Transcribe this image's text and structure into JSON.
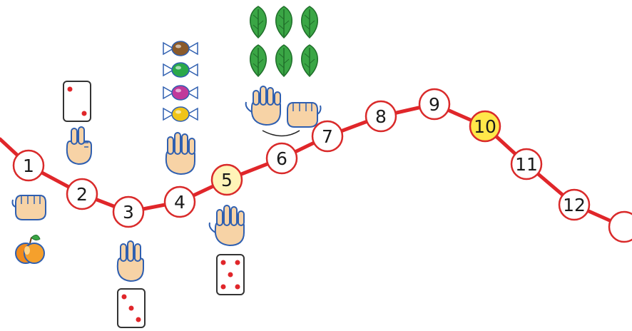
{
  "number_line": {
    "line_color": "#e0262a",
    "circle_border_color": "#d92a2a",
    "highlight_light": "#fff4b8",
    "highlight_yellow": "#ffe84a",
    "numbers": [
      {
        "label": "1",
        "highlight": "none"
      },
      {
        "label": "2",
        "highlight": "none"
      },
      {
        "label": "3",
        "highlight": "none"
      },
      {
        "label": "4",
        "highlight": "none"
      },
      {
        "label": "5",
        "highlight": "light"
      },
      {
        "label": "6",
        "highlight": "none"
      },
      {
        "label": "7",
        "highlight": "none"
      },
      {
        "label": "8",
        "highlight": "none"
      },
      {
        "label": "9",
        "highlight": "none"
      },
      {
        "label": "10",
        "highlight": "yellow"
      },
      {
        "label": "11",
        "highlight": "none"
      },
      {
        "label": "12",
        "highlight": "none"
      },
      {
        "label": "",
        "highlight": "none"
      }
    ]
  },
  "illustrations": {
    "at_1": [
      "fist-one-finger-icon",
      "apple-icon"
    ],
    "at_2": [
      "card-two-dots-icon",
      "hand-two-fingers-icon"
    ],
    "at_3": [
      "hand-three-fingers-icon",
      "card-three-dots-icon"
    ],
    "at_4": [
      "candy-icon",
      "candy-icon",
      "candy-icon",
      "candy-icon",
      "hand-four-fingers-icon"
    ],
    "at_5": [
      "hand-five-fingers-icon",
      "card-five-dots-icon"
    ],
    "at_6": [
      "leaf-icon",
      "leaf-icon",
      "leaf-icon",
      "leaf-icon",
      "leaf-icon",
      "leaf-icon",
      "hand-five-fingers-icon",
      "fist-one-finger-icon"
    ],
    "candy_colors": [
      "#8a5a2b",
      "#2aa84a",
      "#c0399a",
      "#f0c419"
    ],
    "leaf_color": "#3aa645",
    "dot_color": "#e0262a",
    "hand_fill": "#f7d3a6",
    "hand_outline": "#2f5fb0"
  }
}
